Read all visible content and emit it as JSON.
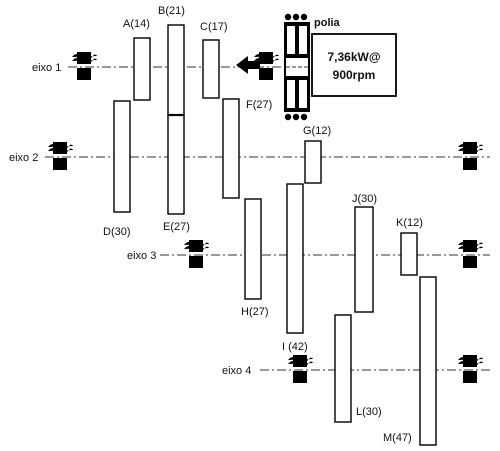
{
  "shafts": [
    {
      "id": "eixo1",
      "label": "eixo 1"
    },
    {
      "id": "eixo2",
      "label": "eixo 2"
    },
    {
      "id": "eixo3",
      "label": "eixo 3"
    },
    {
      "id": "eixo4",
      "label": "eixo 4"
    }
  ],
  "gears": [
    {
      "id": "A",
      "label": "A(14)"
    },
    {
      "id": "B",
      "label": "B(21)"
    },
    {
      "id": "C",
      "label": "C(17)"
    },
    {
      "id": "D",
      "label": "D(30)"
    },
    {
      "id": "E",
      "label": "E(27)"
    },
    {
      "id": "F",
      "label": "F(27)"
    },
    {
      "id": "G",
      "label": "G(12)"
    },
    {
      "id": "H",
      "label": "H(27)"
    },
    {
      "id": "I",
      "label": "I (42)"
    },
    {
      "id": "J",
      "label": "J(30)"
    },
    {
      "id": "K",
      "label": "K(12)"
    },
    {
      "id": "L",
      "label": "L(30)"
    },
    {
      "id": "M",
      "label": "M(47)"
    }
  ],
  "pulley": {
    "label": "polia"
  },
  "power": {
    "line1": "7,36kW@",
    "line2": "900rpm"
  }
}
